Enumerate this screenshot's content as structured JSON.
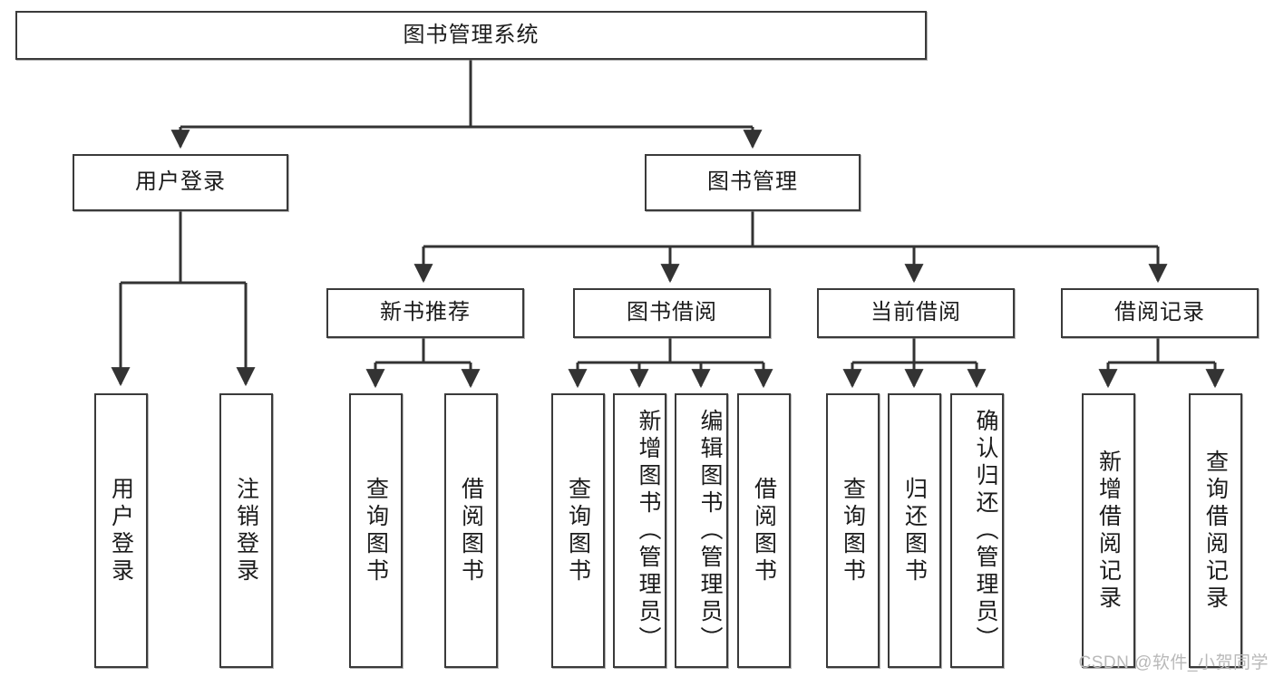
{
  "diagram": {
    "title": "图书管理系统",
    "type": "hierarchy-tree",
    "watermark": "CSDN @软件_小贺同学",
    "colors": {
      "box_border": "#3a3a3a",
      "box_fill": "#ffffff",
      "edge": "#333333",
      "text": "#1b1b1b",
      "watermark": "#b9b9b9"
    },
    "levels": {
      "level1": [
        "图书管理系统"
      ],
      "level2": [
        "用户登录",
        "图书管理"
      ],
      "level3": [
        "新书推荐",
        "图书借阅",
        "当前借阅",
        "借阅记录"
      ],
      "level4": [
        "用户登录",
        "注销登录",
        "查询图书",
        "借阅图书",
        "查询图书",
        "新增图书（管理员）",
        "编辑图书（管理员）",
        "借阅图书",
        "查询图书",
        "归还图书",
        "确认归还（管理员）",
        "新增借阅记录",
        "查询借阅记录"
      ]
    },
    "nodes": {
      "root": {
        "label": "图书管理系统"
      },
      "user_login": {
        "label": "用户登录"
      },
      "book_mgmt": {
        "label": "图书管理"
      },
      "new_book_rec": {
        "label": "新书推荐"
      },
      "book_borrow": {
        "label": "图书借阅"
      },
      "current_borrow": {
        "label": "当前借阅"
      },
      "borrow_record": {
        "label": "借阅记录"
      },
      "leaf_user_login": {
        "label": "用户登录"
      },
      "leaf_user_logout": {
        "label": "注销登录"
      },
      "leaf_query_book_a": {
        "label": "查询图书"
      },
      "leaf_borrow_book_a": {
        "label": "借阅图书"
      },
      "leaf_query_book_b": {
        "label": "查询图书"
      },
      "leaf_add_book_admin": {
        "label": "新增图书（管理员）"
      },
      "leaf_edit_book_admin": {
        "label": "编辑图书（管理员）"
      },
      "leaf_borrow_book_b": {
        "label": "借阅图书"
      },
      "leaf_query_book_c": {
        "label": "查询图书"
      },
      "leaf_return_book": {
        "label": "归还图书"
      },
      "leaf_confirm_return_admin": {
        "label": "确认归还（管理员）"
      },
      "leaf_add_record": {
        "label": "新增借阅记录"
      },
      "leaf_query_record": {
        "label": "查询借阅记录"
      }
    },
    "edges": [
      {
        "from": "root",
        "to": "user_login"
      },
      {
        "from": "root",
        "to": "book_mgmt"
      },
      {
        "from": "user_login",
        "to": "leaf_user_login"
      },
      {
        "from": "user_login",
        "to": "leaf_user_logout"
      },
      {
        "from": "book_mgmt",
        "to": "new_book_rec"
      },
      {
        "from": "book_mgmt",
        "to": "book_borrow"
      },
      {
        "from": "book_mgmt",
        "to": "current_borrow"
      },
      {
        "from": "book_mgmt",
        "to": "borrow_record"
      },
      {
        "from": "new_book_rec",
        "to": "leaf_query_book_a"
      },
      {
        "from": "new_book_rec",
        "to": "leaf_borrow_book_a"
      },
      {
        "from": "book_borrow",
        "to": "leaf_query_book_b"
      },
      {
        "from": "book_borrow",
        "to": "leaf_add_book_admin"
      },
      {
        "from": "book_borrow",
        "to": "leaf_edit_book_admin"
      },
      {
        "from": "book_borrow",
        "to": "leaf_borrow_book_b"
      },
      {
        "from": "current_borrow",
        "to": "leaf_query_book_c"
      },
      {
        "from": "current_borrow",
        "to": "leaf_return_book"
      },
      {
        "from": "current_borrow",
        "to": "leaf_confirm_return_admin"
      },
      {
        "from": "borrow_record",
        "to": "leaf_add_record"
      },
      {
        "from": "borrow_record",
        "to": "leaf_query_record"
      }
    ]
  }
}
